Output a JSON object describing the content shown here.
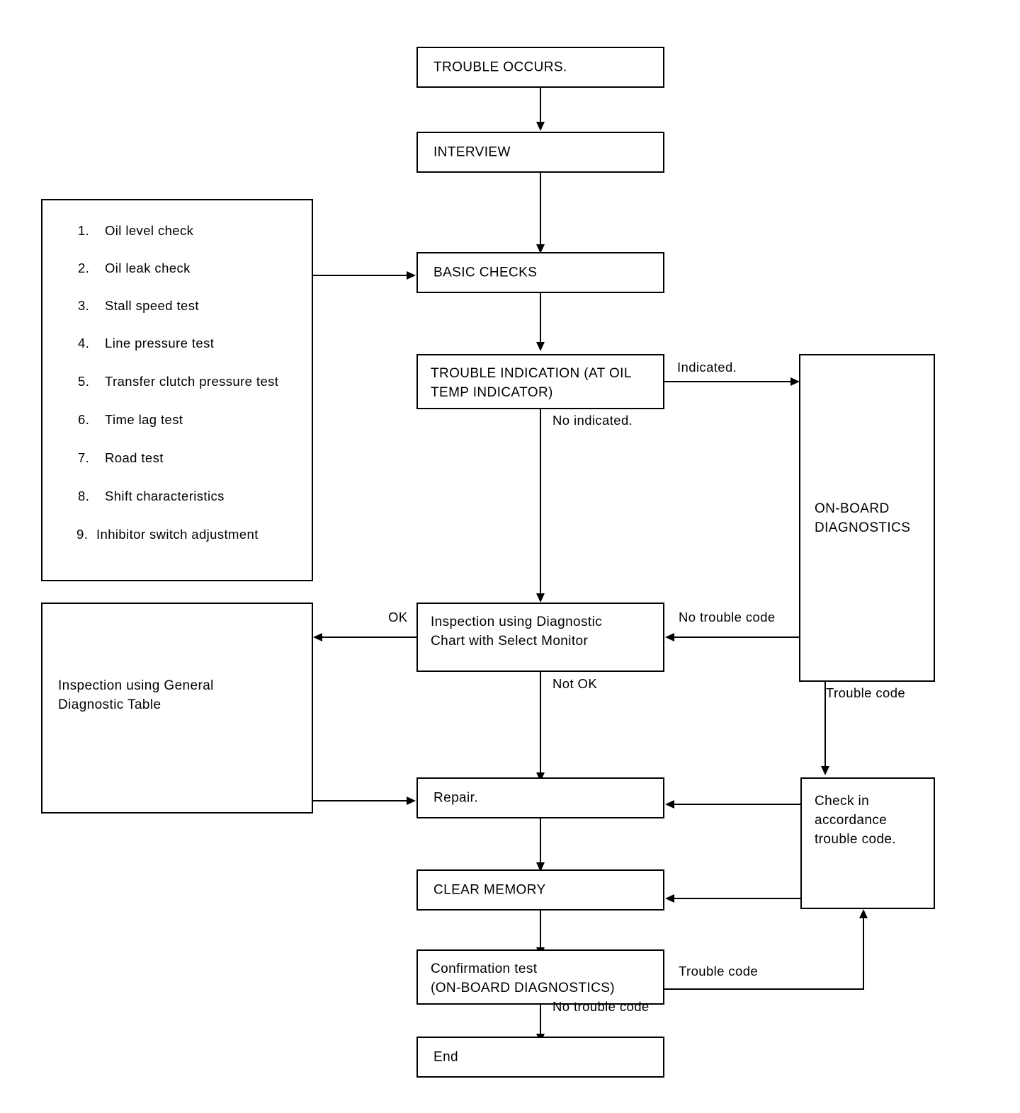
{
  "diagram": {
    "title": "Automatic Transmission Trouble Diagnosis Flowchart",
    "type": "flowchart",
    "line_color": "#000000",
    "background_color": "#ffffff"
  },
  "nodes": {
    "trouble_occurs": {
      "label": "TROUBLE OCCURS."
    },
    "interview": {
      "label": "INTERVIEW"
    },
    "basic_checks": {
      "label": "BASIC CHECKS"
    },
    "trouble_indication": {
      "label": "TROUBLE INDICATION (AT OIL\nTEMP INDICATOR)"
    },
    "on_board_diagnostics": {
      "label": "ON-BOARD\nDIAGNOSTICS"
    },
    "inspection_select_monitor": {
      "label": "Inspection using Diagnostic\nChart with Select Monitor"
    },
    "inspection_general_table": {
      "label": "Inspection using General\nDiagnostic Table"
    },
    "check_in_accordance": {
      "label": "Check in\naccordance\ntrouble code."
    },
    "repair": {
      "label": "Repair."
    },
    "clear_memory": {
      "label": "CLEAR MEMORY"
    },
    "confirmation_test": {
      "label": "Confirmation test\n(ON-BOARD DIAGNOSTICS)"
    },
    "end": {
      "label": "End"
    }
  },
  "basic_checks_list": {
    "items": [
      {
        "number": "1.",
        "text": "Oil level check"
      },
      {
        "number": "2.",
        "text": "Oil leak check"
      },
      {
        "number": "3.",
        "text": "Stall speed test"
      },
      {
        "number": "4.",
        "text": "Line pressure test"
      },
      {
        "number": "5.",
        "text": "Transfer clutch pressure test"
      },
      {
        "number": "6.",
        "text": "Time lag test"
      },
      {
        "number": "7.",
        "text": "Road test"
      },
      {
        "number": "8.",
        "text": "Shift characteristics"
      },
      {
        "number": "9.",
        "text": "Inhibitor switch adjustment"
      }
    ]
  },
  "edge_labels": {
    "indicated": "Indicated.",
    "no_indicated": "No indicated.",
    "ok": "OK",
    "not_ok": "Not OK",
    "no_trouble_code_top": "No trouble code",
    "trouble_code_right": "Trouble code",
    "trouble_code_bottom": "Trouble code",
    "no_trouble_code_bottom": "No trouble code"
  }
}
